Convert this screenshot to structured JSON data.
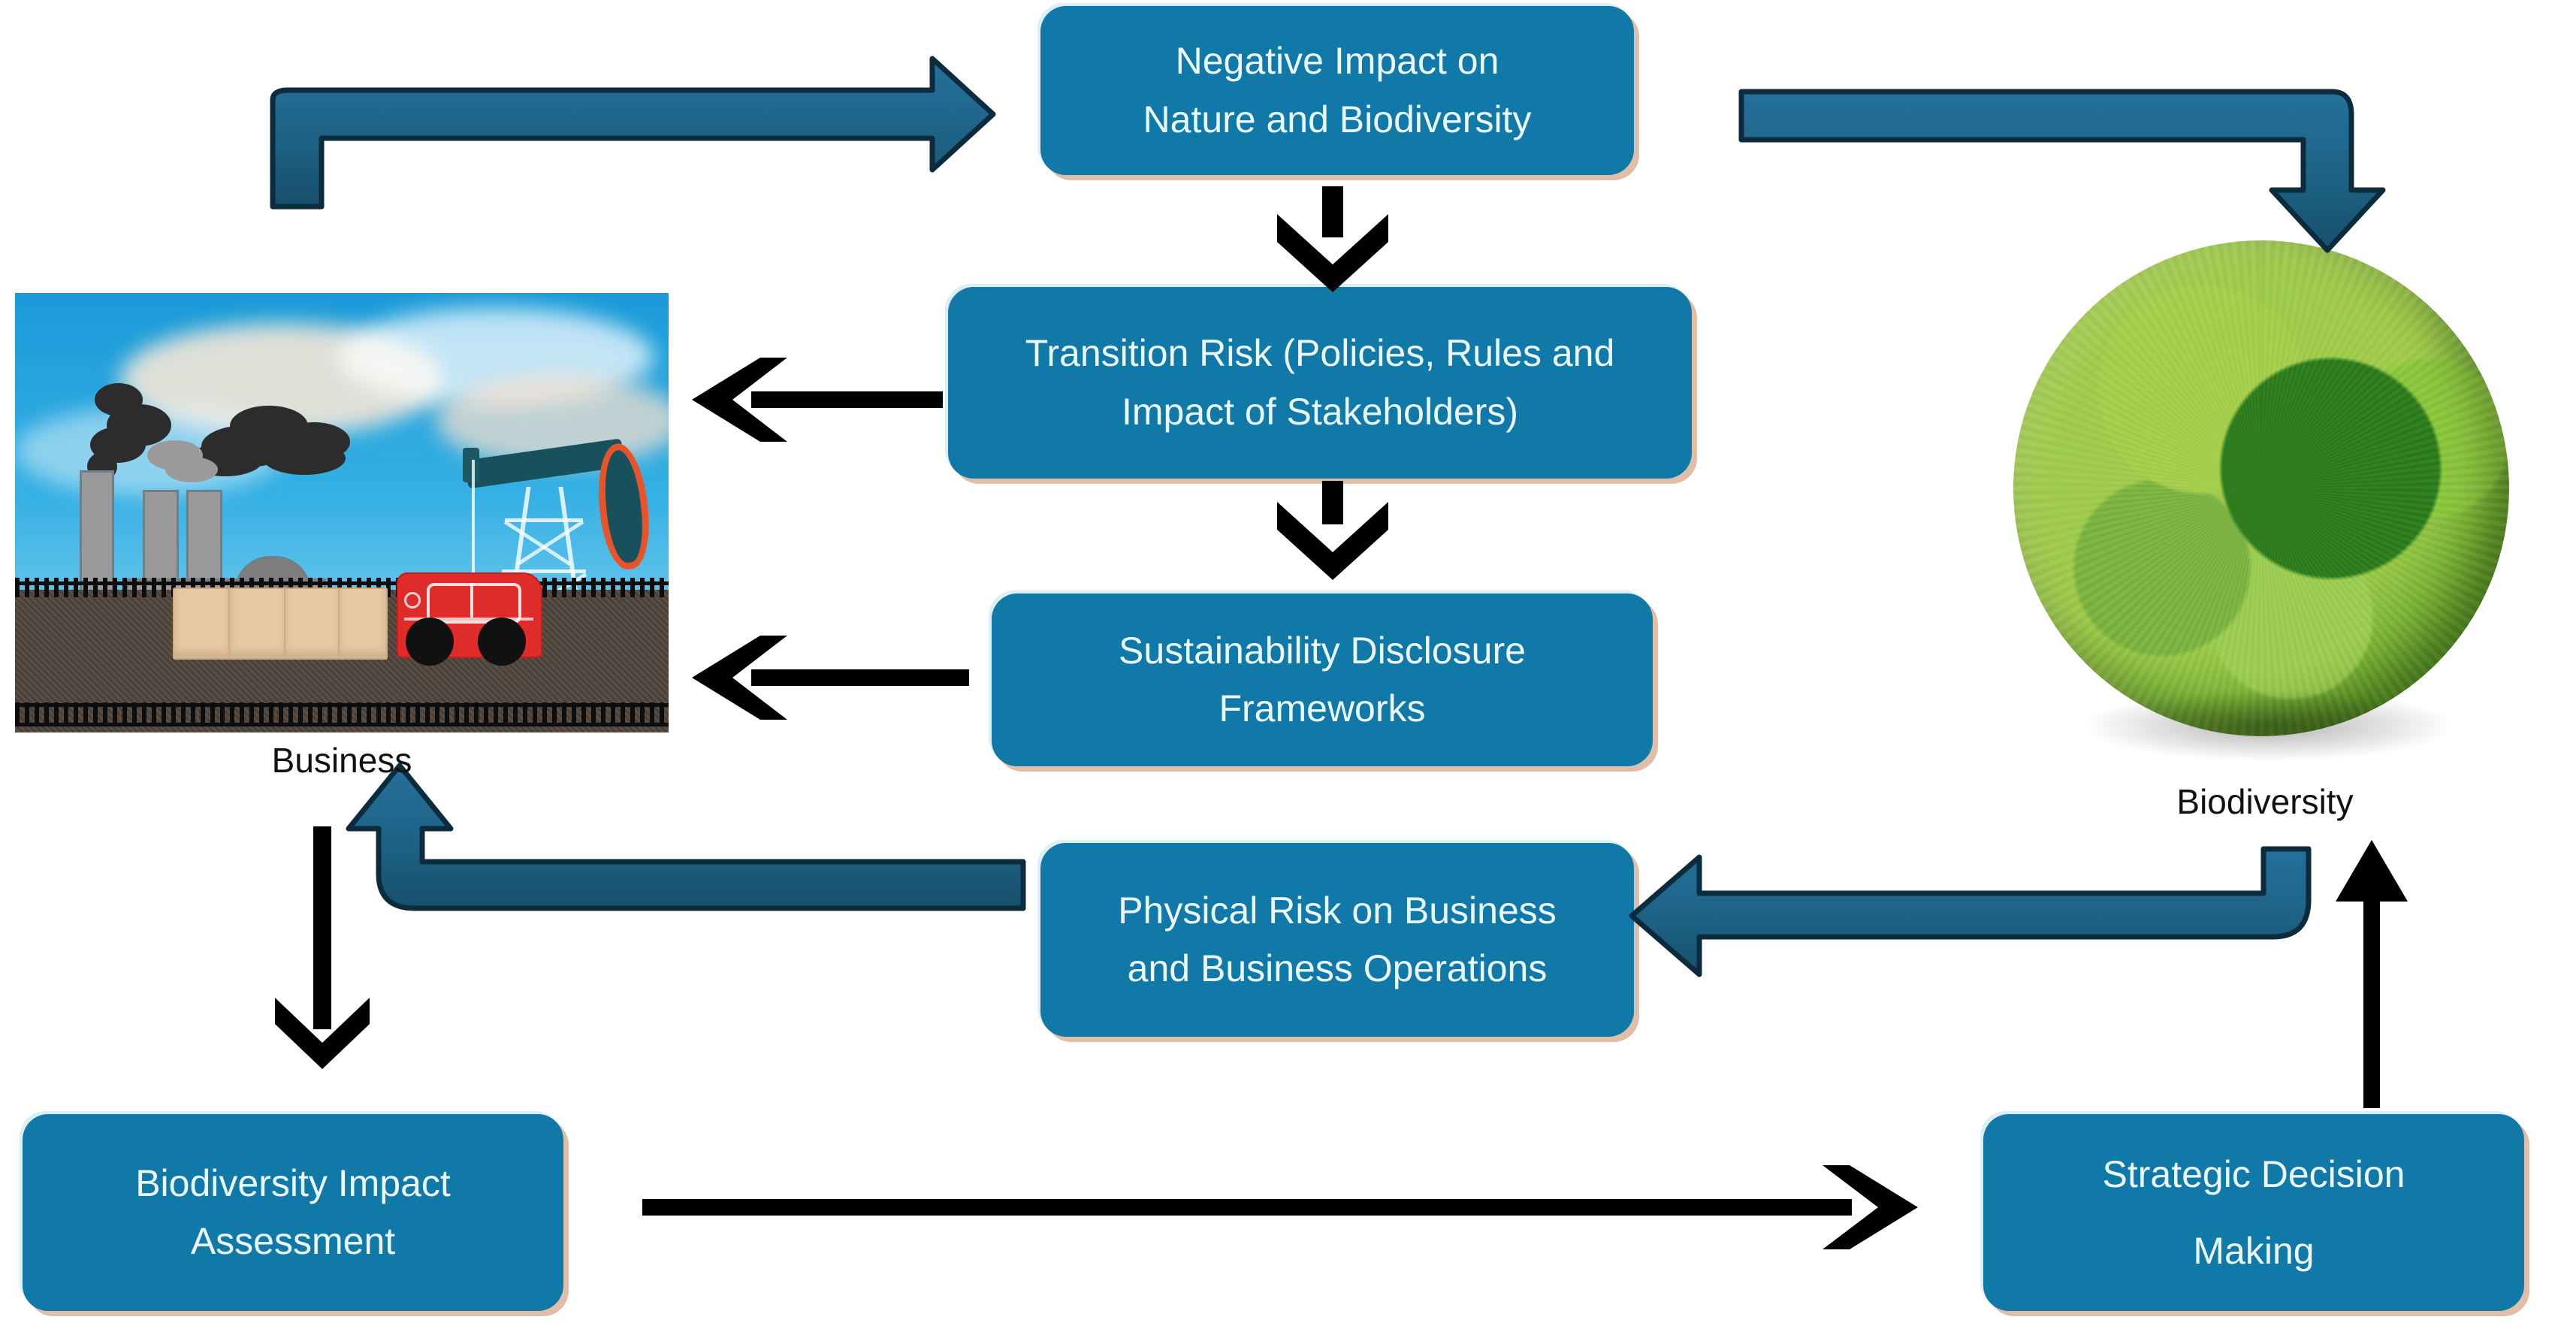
{
  "diagram": {
    "title": "Business and Biodiversity Interaction Cycle",
    "colors": {
      "node_fill": "#1179a8",
      "node_text": "#eaf7fd",
      "thick_arrow_fill": "#1d6285",
      "thick_arrow_stroke": "#0c2c3d",
      "thin_arrow": "#000000",
      "node_shadow_warm": "#debaa3",
      "node_shadow_cool": "#d6ecf7"
    }
  },
  "nodes": [
    {
      "id": "negative-impact",
      "line1": "Negative Impact on",
      "line2": "Nature and Biodiversity"
    },
    {
      "id": "transition-risk",
      "line1": "Transition Risk (Policies, Rules and",
      "line2": "Impact of Stakeholders)"
    },
    {
      "id": "sustainability-disclosure",
      "line1": "Sustainability Disclosure",
      "line2": "Frameworks"
    },
    {
      "id": "physical-risk",
      "line1": "Physical Risk on Business",
      "line2": "and Business Operations"
    },
    {
      "id": "biodiversity-impact-assessment",
      "line1": "Biodiversity Impact",
      "line2": "Assessment"
    },
    {
      "id": "strategic-decision-making",
      "line1": "Strategic Decision",
      "line2": "Making"
    }
  ],
  "images": [
    {
      "id": "business-photo",
      "caption": "Business",
      "alt": "Factory with smokestacks, oil derrick, red toy car and wooden blocks behind a black fence"
    },
    {
      "id": "biodiversity-photo",
      "caption": "Biodiversity",
      "alt": "Green grass-covered globe showing the Americas"
    }
  ],
  "connectors": [
    {
      "id": "business-to-negative-impact",
      "style": "thick-elbow",
      "from": "business-photo",
      "to": "negative-impact",
      "direction": "up-then-right"
    },
    {
      "id": "negative-impact-to-biodiversity",
      "style": "thick-elbow",
      "from": "negative-impact",
      "to": "biodiversity-photo",
      "direction": "right-then-down"
    },
    {
      "id": "negative-impact-to-transition-risk",
      "style": "thin-chevron",
      "from": "negative-impact",
      "to": "transition-risk",
      "direction": "down"
    },
    {
      "id": "transition-risk-to-business",
      "style": "thin-chevron",
      "from": "transition-risk",
      "to": "business-photo",
      "direction": "left"
    },
    {
      "id": "transition-risk-to-sustainability",
      "style": "thin-chevron",
      "from": "transition-risk",
      "to": "sustainability-disclosure",
      "direction": "down"
    },
    {
      "id": "sustainability-to-business",
      "style": "thin-chevron",
      "from": "sustainability-disclosure",
      "to": "business-photo",
      "direction": "left"
    },
    {
      "id": "physical-risk-to-business",
      "style": "thick-elbow",
      "from": "physical-risk",
      "to": "business-photo",
      "direction": "left-then-up"
    },
    {
      "id": "biodiversity-to-physical-risk",
      "style": "thick-elbow",
      "from": "biodiversity-photo",
      "to": "physical-risk",
      "direction": "down-then-left"
    },
    {
      "id": "business-to-impact-assessment",
      "style": "thin-chevron",
      "from": "business-photo",
      "to": "biodiversity-impact-assessment",
      "direction": "down"
    },
    {
      "id": "impact-assessment-to-strategic-decision",
      "style": "thin-chevron",
      "from": "biodiversity-impact-assessment",
      "to": "strategic-decision-making",
      "direction": "right"
    },
    {
      "id": "strategic-decision-to-biodiversity",
      "style": "thin-triangle",
      "from": "strategic-decision-making",
      "to": "biodiversity-photo",
      "direction": "up"
    }
  ]
}
